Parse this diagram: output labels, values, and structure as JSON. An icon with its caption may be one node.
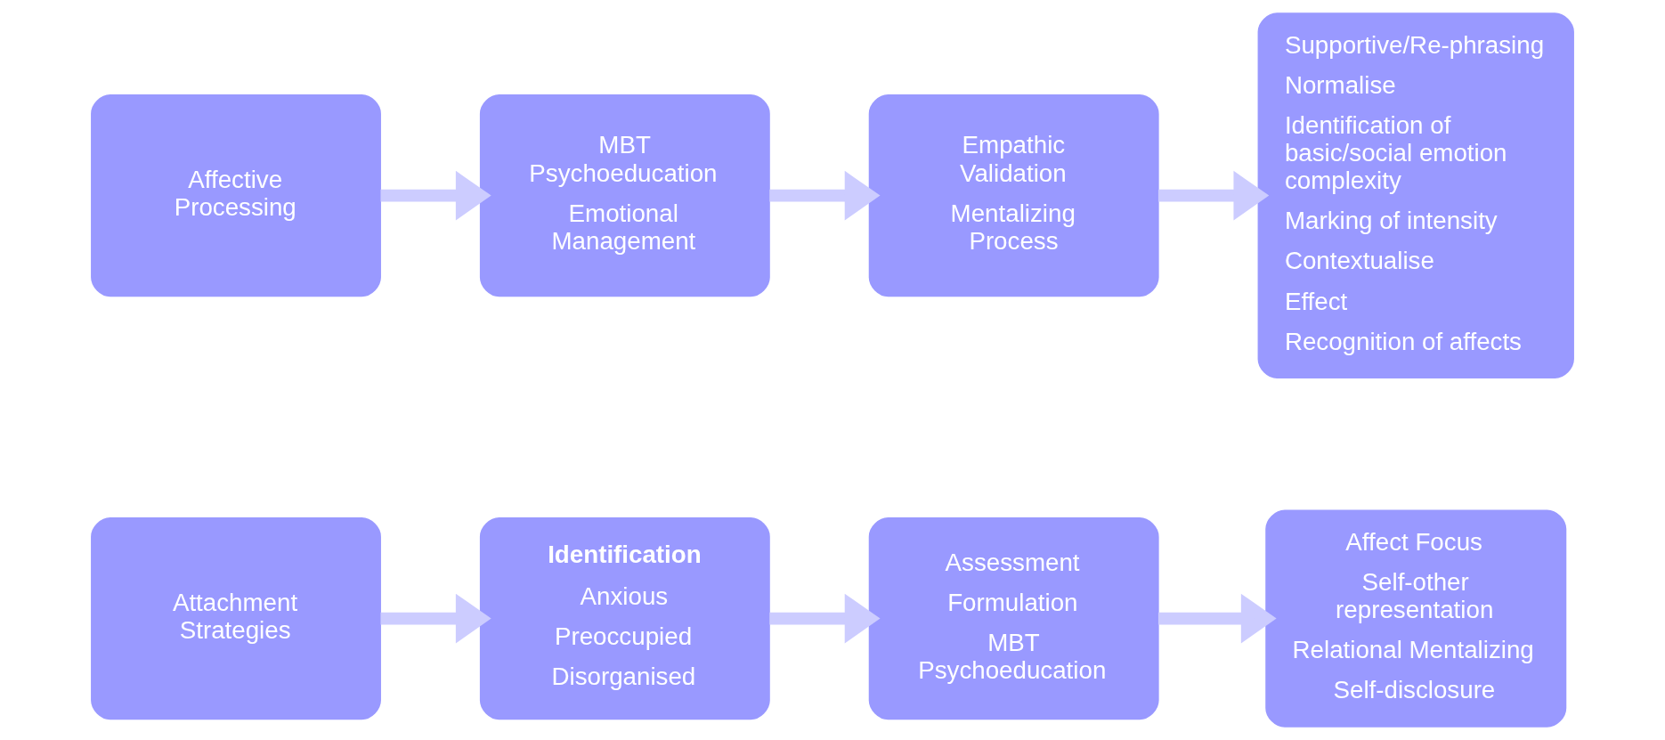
{
  "diagram": {
    "nodes": [
      {
        "text": [
          "Attachment Strategies"
        ]
      },
      {
        "text": [
          "Identification",
          "Anxious",
          "Preoccupied",
          "Disorganised"
        ]
      },
      {
        "text": [
          "Assessment",
          "Formulation",
          "MBT Psychoeducation"
        ]
      },
      {
        "text": [
          "Affect Focus",
          "Self-other representation",
          "Relational Mentalizing",
          "Self-disclosure"
        ]
      },
      {
        "text": [
          "Affective Processing"
        ]
      },
      {
        "text": [
          "MBT Psychoeducation",
          "Emotional Management"
        ]
      },
      {
        "text": [
          "Empathic Validation",
          "Mentalizing Process"
        ]
      },
      {
        "text": [
          "Supportive/Re-phrasing",
          "Normalise",
          "Identification of basic/social emotion complexity",
          "Marking of intensity",
          "Contextualise",
          "Effect",
          "Recognition of affects"
        ]
      }
    ],
    "edges": [
      {
        "from": 0,
        "to": 1,
        "arrow": "to"
      },
      {
        "from": 1,
        "to": 2,
        "arrow": "to"
      },
      {
        "from": 2,
        "to": 3,
        "arrow": "to"
      },
      {
        "from": 4,
        "to": 5,
        "arrow": "to"
      },
      {
        "from": 5,
        "to": 6,
        "arrow": "to"
      },
      {
        "from": 6,
        "to": 7,
        "arrow": "to"
      }
    ]
  }
}
